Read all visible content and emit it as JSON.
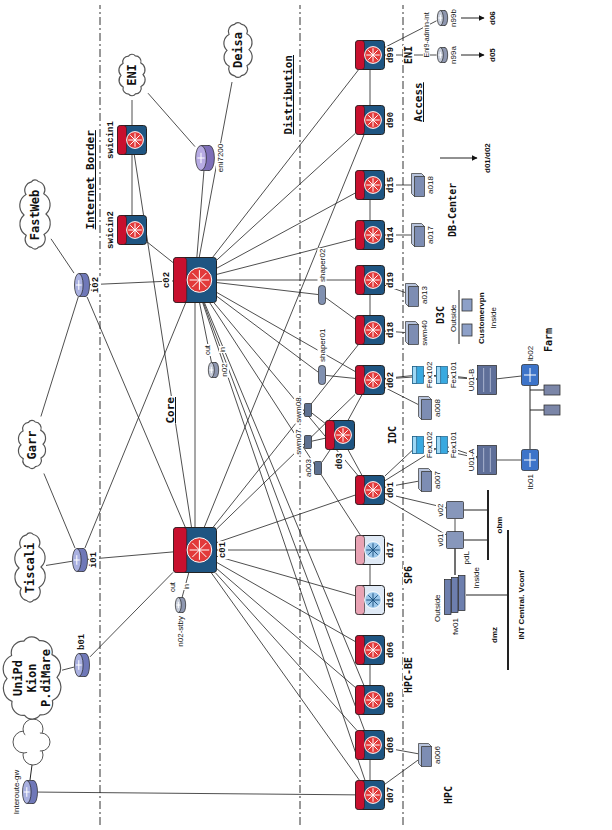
{
  "diagram": {
    "nodes": [
      {
        "text": [
          "Interoute-gw"
        ]
      },
      {
        "text": [
          "UniPd Kion P.diMare"
        ]
      },
      {
        "text": [
          "b01"
        ]
      },
      {
        "text": [
          "Tiscali"
        ]
      },
      {
        "text": [
          "i01"
        ]
      },
      {
        "text": [
          "Garr"
        ]
      },
      {
        "text": [
          "FastWeb"
        ]
      },
      {
        "text": [
          "i02"
        ]
      },
      {
        "text": [
          "ENI"
        ]
      },
      {
        "text": [
          "Deisa"
        ]
      },
      {
        "text": [
          "swicin1"
        ]
      },
      {
        "text": [
          "swicin2"
        ]
      },
      {
        "text": [
          "eni7200"
        ]
      },
      {
        "text": [
          "c01"
        ]
      },
      {
        "text": [
          "c02"
        ]
      },
      {
        "text": [
          "n02"
        ]
      },
      {
        "text": [
          "n02-stby"
        ]
      },
      {
        "text": [
          "d07"
        ]
      },
      {
        "text": [
          "d08"
        ]
      },
      {
        "text": [
          "d05"
        ]
      },
      {
        "text": [
          "d06"
        ]
      },
      {
        "text": [
          "d16"
        ]
      },
      {
        "text": [
          "d17"
        ]
      },
      {
        "text": [
          "d01"
        ]
      },
      {
        "text": [
          "d03"
        ]
      },
      {
        "text": [
          "d02"
        ]
      },
      {
        "text": [
          "d18"
        ]
      },
      {
        "text": [
          "d19"
        ]
      },
      {
        "text": [
          "d14"
        ]
      },
      {
        "text": [
          "d15"
        ]
      },
      {
        "text": [
          "d90"
        ]
      },
      {
        "text": [
          "d99"
        ]
      },
      {
        "text": [
          "a006"
        ]
      },
      {
        "text": [
          "a003"
        ]
      },
      {
        "text": [
          "shaper01"
        ]
      },
      {
        "text": [
          "shaper02"
        ]
      },
      {
        "text": [
          "swm07"
        ]
      },
      {
        "text": [
          "swm08"
        ]
      },
      {
        "text": [
          "a007"
        ]
      },
      {
        "text": [
          "Fex102"
        ]
      },
      {
        "text": [
          "Fex101"
        ]
      },
      {
        "text": [
          "a008"
        ]
      },
      {
        "text": [
          "Fex102"
        ]
      },
      {
        "text": [
          "Fex101"
        ]
      },
      {
        "text": [
          "swm40"
        ]
      },
      {
        "text": [
          "a013"
        ]
      },
      {
        "text": [
          "a017"
        ]
      },
      {
        "text": [
          "a018"
        ]
      },
      {
        "text": [
          "n99a"
        ]
      },
      {
        "text": [
          "n99b"
        ]
      },
      {
        "text": [
          "fw01"
        ]
      },
      {
        "text": [
          "v01"
        ]
      },
      {
        "text": [
          "v02"
        ]
      },
      {
        "text": [
          "U01-A"
        ]
      },
      {
        "text": [
          "U01-B"
        ]
      },
      {
        "text": [
          "lb01"
        ]
      },
      {
        "text": [
          "lb02"
        ]
      }
    ],
    "edges": [
      {
        "from": 0,
        "to": 17,
        "arrow": "none"
      },
      {
        "from": 1,
        "to": 2,
        "arrow": "none"
      },
      {
        "from": 2,
        "to": 13,
        "arrow": "none"
      },
      {
        "from": 3,
        "to": 4,
        "arrow": "none"
      },
      {
        "from": 4,
        "to": 5,
        "arrow": "none"
      },
      {
        "from": 5,
        "to": 7,
        "arrow": "none"
      },
      {
        "from": 4,
        "to": 14,
        "arrow": "none"
      },
      {
        "from": 6,
        "to": 7,
        "arrow": "none"
      },
      {
        "from": 7,
        "to": 14,
        "arrow": "none"
      },
      {
        "from": 7,
        "to": 13,
        "arrow": "none"
      },
      {
        "from": 4,
        "to": 13,
        "arrow": "none"
      },
      {
        "from": 8,
        "to": 10,
        "arrow": "none"
      },
      {
        "from": 8,
        "to": 12,
        "arrow": "none"
      },
      {
        "from": 10,
        "to": 11,
        "arrow": "none"
      },
      {
        "from": 11,
        "to": 14,
        "arrow": "none"
      },
      {
        "from": 10,
        "to": 13,
        "arrow": "none"
      },
      {
        "from": 12,
        "to": 14,
        "arrow": "none"
      },
      {
        "from": 9,
        "to": 14,
        "arrow": "none"
      },
      {
        "from": 13,
        "to": 14,
        "arrow": "none"
      },
      {
        "from": 15,
        "to": 14,
        "arrow": "none"
      },
      {
        "from": 16,
        "to": 13,
        "arrow": "none"
      },
      {
        "from": 13,
        "to": 17,
        "arrow": "none"
      },
      {
        "from": 13,
        "to": 18,
        "arrow": "none"
      },
      {
        "from": 13,
        "to": 19,
        "arrow": "none"
      },
      {
        "from": 13,
        "to": 20,
        "arrow": "none"
      },
      {
        "from": 13,
        "to": 21,
        "arrow": "none"
      },
      {
        "from": 13,
        "to": 22,
        "arrow": "none"
      },
      {
        "from": 13,
        "to": 23,
        "arrow": "none"
      },
      {
        "from": 13,
        "to": 25,
        "arrow": "none"
      },
      {
        "from": 13,
        "to": 26,
        "arrow": "none"
      },
      {
        "from": 13,
        "to": 30,
        "arrow": "none"
      },
      {
        "from": 14,
        "to": 17,
        "arrow": "none"
      },
      {
        "from": 14,
        "to": 18,
        "arrow": "none"
      },
      {
        "from": 14,
        "to": 19,
        "arrow": "none"
      },
      {
        "from": 14,
        "to": 22,
        "arrow": "none"
      },
      {
        "from": 14,
        "to": 23,
        "arrow": "none"
      },
      {
        "from": 14,
        "to": 25,
        "arrow": "none"
      },
      {
        "from": 14,
        "to": 27,
        "arrow": "none"
      },
      {
        "from": 14,
        "to": 28,
        "arrow": "none"
      },
      {
        "from": 14,
        "to": 29,
        "arrow": "none"
      },
      {
        "from": 14,
        "to": 30,
        "arrow": "none"
      },
      {
        "from": 14,
        "to": 31,
        "arrow": "none"
      },
      {
        "from": 17,
        "to": 18,
        "arrow": "none"
      },
      {
        "from": 19,
        "to": 20,
        "arrow": "none"
      },
      {
        "from": 21,
        "to": 22,
        "arrow": "none"
      },
      {
        "from": 23,
        "to": 24,
        "arrow": "none"
      },
      {
        "from": 24,
        "to": 25,
        "arrow": "none"
      },
      {
        "from": 26,
        "to": 27,
        "arrow": "none"
      },
      {
        "from": 28,
        "to": 29,
        "arrow": "none"
      },
      {
        "from": 30,
        "to": 31,
        "arrow": "none"
      },
      {
        "from": 25,
        "to": 34,
        "arrow": "none"
      },
      {
        "from": 34,
        "to": 14,
        "arrow": "none"
      },
      {
        "from": 26,
        "to": 35,
        "arrow": "none"
      },
      {
        "from": 35,
        "to": 14,
        "arrow": "none"
      },
      {
        "from": 17,
        "to": 32,
        "arrow": "none"
      },
      {
        "from": 18,
        "to": 32,
        "arrow": "none"
      },
      {
        "from": 24,
        "to": 33,
        "arrow": "none"
      },
      {
        "from": 24,
        "to": 36,
        "arrow": "none"
      },
      {
        "from": 24,
        "to": 37,
        "arrow": "none"
      },
      {
        "from": 23,
        "to": 38,
        "arrow": "none"
      },
      {
        "from": 25,
        "to": 41,
        "arrow": "none"
      },
      {
        "from": 23,
        "to": 39,
        "arrow": "none"
      },
      {
        "from": 23,
        "to": 40,
        "arrow": "none"
      },
      {
        "from": 25,
        "to": 42,
        "arrow": "none"
      },
      {
        "from": 25,
        "to": 43,
        "arrow": "none"
      },
      {
        "from": 39,
        "to": 53,
        "arrow": "none"
      },
      {
        "from": 40,
        "to": 53,
        "arrow": "none"
      },
      {
        "from": 42,
        "to": 54,
        "arrow": "none"
      },
      {
        "from": 43,
        "to": 54,
        "arrow": "none"
      },
      {
        "from": 53,
        "to": 55,
        "arrow": "none"
      },
      {
        "from": 54,
        "to": 56,
        "arrow": "none"
      },
      {
        "from": 23,
        "to": 51,
        "arrow": "none"
      },
      {
        "from": 23,
        "to": 52,
        "arrow": "none"
      },
      {
        "from": 51,
        "to": 50,
        "arrow": "none"
      },
      {
        "from": 52,
        "to": 50,
        "arrow": "none"
      },
      {
        "from": 26,
        "to": 44,
        "arrow": "none"
      },
      {
        "from": 27,
        "to": 45,
        "arrow": "none"
      },
      {
        "from": 28,
        "to": 46,
        "arrow": "none"
      },
      {
        "from": 29,
        "to": 47,
        "arrow": "none"
      },
      {
        "from": 31,
        "to": 48,
        "arrow": "none"
      },
      {
        "from": 31,
        "to": 49,
        "arrow": "none"
      }
    ],
    "labels": [
      "Internet Border",
      "Core",
      "Distribution",
      "Access",
      "HPC",
      "HPC-BE",
      "SP6",
      "IDC",
      "D3C",
      "DB-Center",
      "ENI",
      "Farm",
      "Outside",
      "Inside",
      "Customervpn",
      "Outside",
      "Inside",
      "pdL",
      "obm",
      "dmz",
      "INT Central. Vconf",
      "d01/d02",
      "d05",
      "d06",
      "Eni9-admin-int",
      "out",
      "in",
      "out",
      "in"
    ]
  }
}
